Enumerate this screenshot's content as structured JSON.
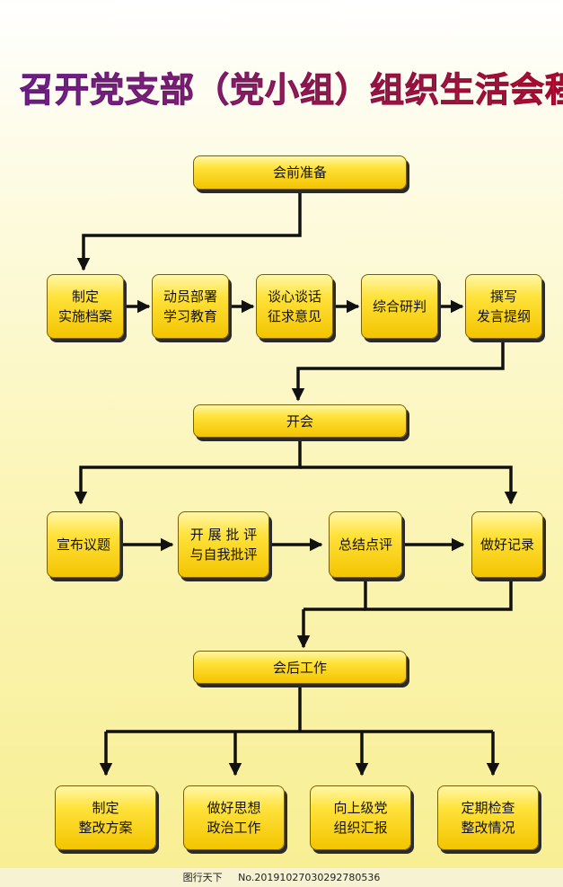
{
  "title": "召开党支部（党小组）组织生活会程序图",
  "stages": {
    "prep": "会前准备",
    "meeting": "开会",
    "after": "会后工作"
  },
  "prep_steps": [
    "制定\n实施档案",
    "动员部署\n学习教育",
    "谈心谈话\n征求意见",
    "综合研判",
    "撰写\n发言提纲"
  ],
  "meeting_steps": [
    "宣布议题",
    "开 展 批 评\n与自我批评",
    "总结点评",
    "做好记录"
  ],
  "after_steps": [
    "制定\n整改方案",
    "做好思想\n政治工作",
    "向上级党\n组织汇报",
    "定期检查\n整改情况"
  ],
  "footer": {
    "brand": "图行天下",
    "number": "No.20191027030292780536"
  },
  "colors": {
    "box_top": "#fff7a8",
    "box_bottom": "#f3c400",
    "title_start": "#7a2a9e",
    "title_end": "#d0112a",
    "line": "#111111"
  }
}
